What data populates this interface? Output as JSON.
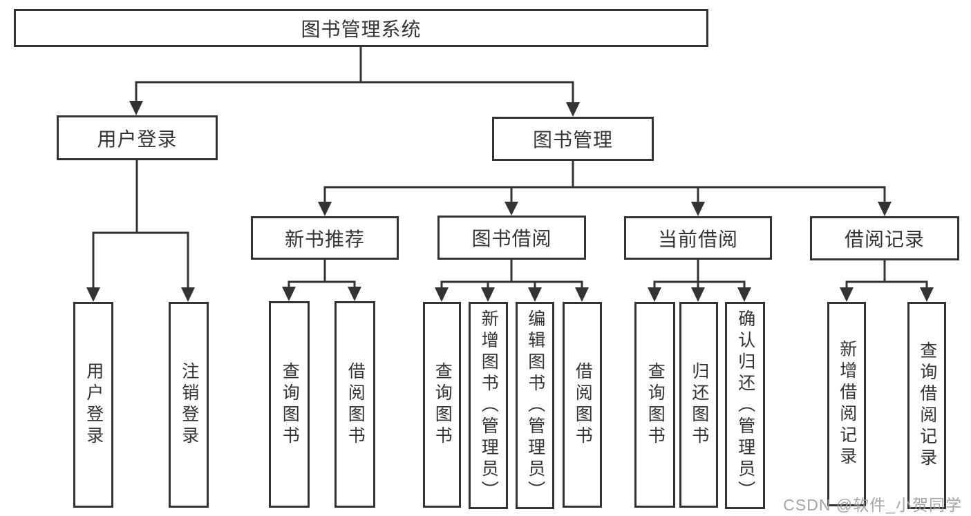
{
  "colors": {
    "line": "#333333",
    "text": "#333333",
    "node_background": "#ffffff",
    "watermark": "#9c9c9c"
  },
  "diagram": {
    "root": {
      "label": "图书管理系统"
    },
    "level2": [
      {
        "label": "用户登录"
      },
      {
        "label": "图书管理"
      }
    ],
    "level3": [
      {
        "label": "新书推荐"
      },
      {
        "label": "图书借阅"
      },
      {
        "label": "当前借阅"
      },
      {
        "label": "借阅记录"
      }
    ],
    "leaves": {
      "user_login": [
        "用户登录",
        "注销登录"
      ],
      "new_book_recommend": [
        "查询图书",
        "借阅图书"
      ],
      "book_borrow": [
        "查询图书",
        "新增图书（管理员）",
        "编辑图书（管理员）",
        "借阅图书"
      ],
      "current_borrow": [
        "查询图书",
        "归还图书",
        "确认归还（管理员）"
      ],
      "borrow_record": [
        "新增借阅记录",
        "查询借阅记录"
      ]
    }
  },
  "watermark": {
    "text": "CSDN @软件_小贺同学"
  }
}
